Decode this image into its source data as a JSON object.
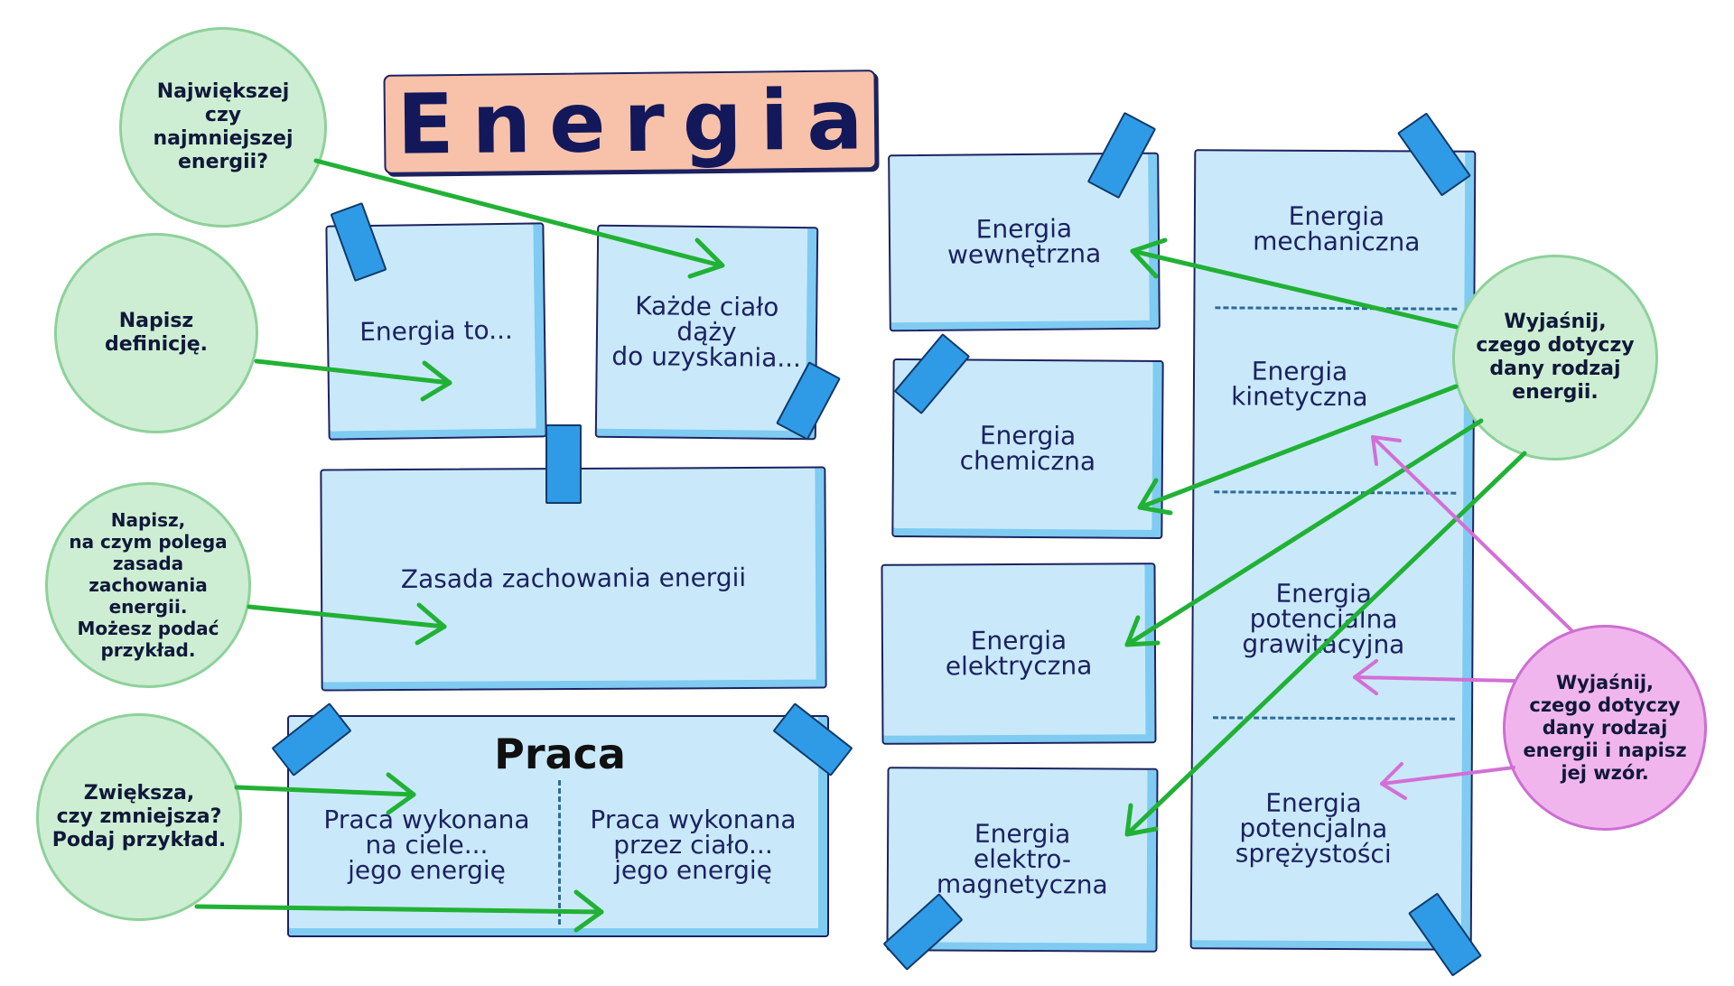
{
  "title": "Energia",
  "colors": {
    "card_fill": "#c9e9fa",
    "card_edge": "#7fcbf2",
    "tape": "#2f9be6",
    "title_fill": "#f8c2aa",
    "green_bubble": "#cdeed2",
    "pink_bubble": "#f1b5ee",
    "green_arrow": "#21b135",
    "pink_arrow": "#d36fd6",
    "outline": "#1c2260"
  },
  "cards": {
    "definition": "Energia to...",
    "smallest_energy": "Każde ciało\ndąży\ndo uzyskania...",
    "conservation": "Zasada zachowania energii",
    "work_title": "Praca",
    "work_on_body": "Praca wykonana\nna ciele...\njego energię",
    "work_by_body": "Praca wykonana\nprzez ciało...\njego energię",
    "internal": "Energia\nwewnętrzna",
    "chemical": "Energia\nchemiczna",
    "electric": "Energia\nelektryczna",
    "electromagnetic": "Energia\nelektro-\nmagnetyczna",
    "mechanical": "Energia\nmechaniczna",
    "kinetic": "Energia\nkinetyczna",
    "gravitational": "Energia\npotencjalna\ngrawitacyjna",
    "elastic": "Energia\npotencjalna\nsprężystości"
  },
  "bubbles": {
    "largest_smallest": "Największej\nczy\nnajmniejszej\nenergii?",
    "write_definition": "Napisz\ndefinicję.",
    "conservation_prompt": "Napisz,\nna czym polega\nzasada\nzachowania\nenergii.\nMożesz podać\nprzykład.",
    "increase_decrease": "Zwiększa,\nczy zmniejsza?\nPodaj przykład.",
    "explain_type": "Wyjaśnij,\nczego dotyczy\ndany rodzaj\nenergii.",
    "explain_formula": "Wyjaśnij,\nczego dotyczy\ndany rodzaj\nenergii i napisz\njej wzór."
  }
}
